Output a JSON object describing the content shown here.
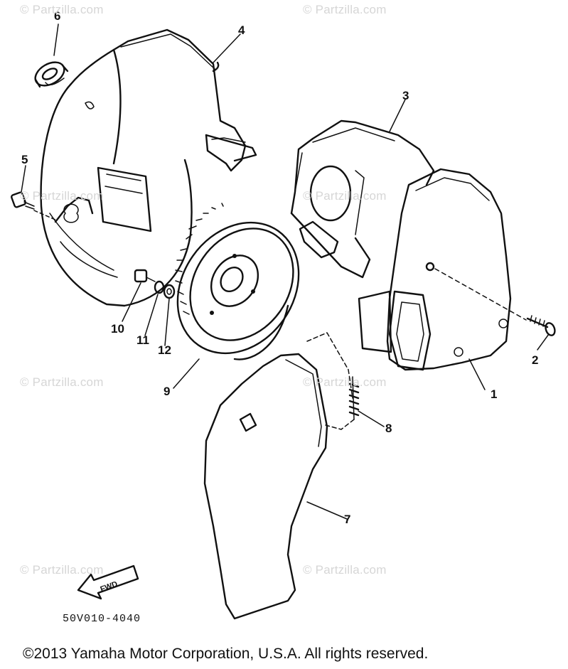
{
  "watermark": "© Partzilla.com",
  "callouts": [
    "1",
    "2",
    "3",
    "4",
    "5",
    "6",
    "7",
    "8",
    "9",
    "10",
    "11",
    "12"
  ],
  "fwd_label": "FWD",
  "diagram_code": "50V010-4040",
  "copyright": "©2013  Yamaha Motor Corporation, U.S.A. All rights reserved.",
  "colors": {
    "ink": "#111111",
    "watermark": "#d6d6d6",
    "background": "#ffffff"
  }
}
